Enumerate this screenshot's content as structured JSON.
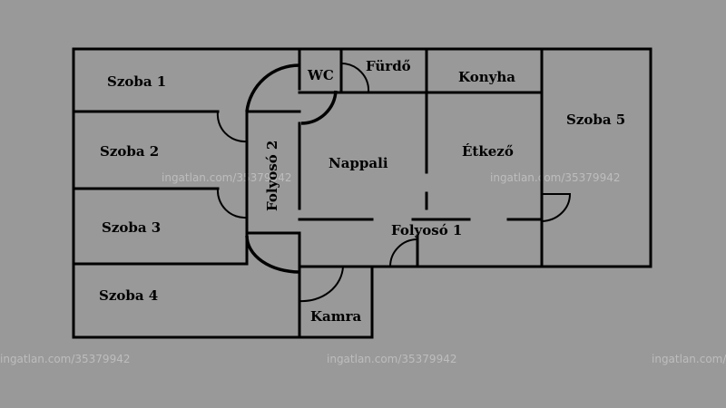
{
  "colors": {
    "background": "#999999",
    "walls": "#000000",
    "watermark": "#bdbdbd"
  },
  "rooms": {
    "szoba1": "Szoba 1",
    "szoba2": "Szoba 2",
    "szoba3": "Szoba 3",
    "szoba4": "Szoba 4",
    "szoba5": "Szoba 5",
    "wc": "WC",
    "furdo": "Fürdő",
    "konyha": "Konyha",
    "nappali": "Nappali",
    "etkezo": "Étkező",
    "folyoso1": "Folyosó 1",
    "folyoso2": "Folyosó 2",
    "kamra": "Kamra"
  },
  "watermark": "ingatlan.com/35379942"
}
